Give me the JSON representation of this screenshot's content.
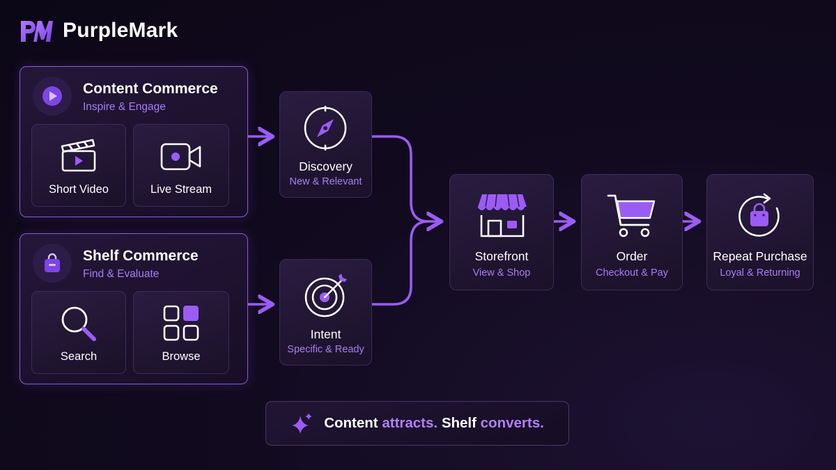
{
  "brand": {
    "name": "PurpleMark",
    "logo_icon": "pm-monogram-icon"
  },
  "content_commerce": {
    "title": "Content Commerce",
    "subtitle": "Inspire & Engage",
    "icon": "play-icon",
    "items": [
      {
        "label": "Short Video",
        "icon": "clapperboard-icon"
      },
      {
        "label": "Live Stream",
        "icon": "video-camera-icon"
      }
    ]
  },
  "shelf_commerce": {
    "title": "Shelf Commerce",
    "subtitle": "Find & Evaluate",
    "icon": "shopping-bag-icon",
    "items": [
      {
        "label": "Search",
        "icon": "search-icon"
      },
      {
        "label": "Browse",
        "icon": "grid-icon"
      }
    ]
  },
  "stages": {
    "discovery": {
      "title": "Discovery",
      "subtitle": "New & Relevant",
      "icon": "compass-icon"
    },
    "intent": {
      "title": "Intent",
      "subtitle": "Specific & Ready",
      "icon": "target-icon"
    },
    "storefront": {
      "title": "Storefront",
      "subtitle": "View & Shop",
      "icon": "store-icon"
    },
    "order": {
      "title": "Order",
      "subtitle": "Checkout & Pay",
      "icon": "cart-icon"
    },
    "repeat": {
      "title": "Repeat Purchase",
      "subtitle": "Loyal & Returning",
      "icon": "repeat-bag-icon"
    }
  },
  "tagline": {
    "icon": "sparkle-icon",
    "part1": "Content",
    "part2": "attracts.",
    "part3": "Shelf",
    "part4": "converts."
  },
  "colors": {
    "background": "#0c0716",
    "accent": "#9b5cf6",
    "accent_light": "#a97cf4",
    "panel_border": "#8a5cd6"
  }
}
